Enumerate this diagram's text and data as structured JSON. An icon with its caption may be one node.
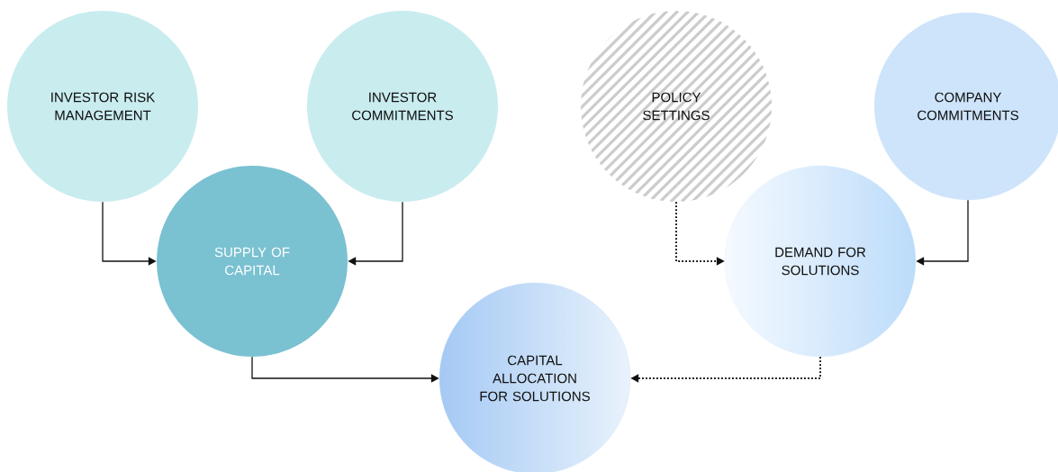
{
  "diagram": {
    "nodes": [
      {
        "text": [
          "INVESTOR RISK MANAGEMENT"
        ]
      },
      {
        "text": [
          "INVESTOR COMMITMENTS"
        ]
      },
      {
        "text": [
          "SUPPLY OF CAPITAL"
        ]
      },
      {
        "text": [
          "CAPITAL ALLOCATION FOR SOLUTIONS"
        ]
      },
      {
        "text": [
          "POLICY SETTINGS"
        ]
      },
      {
        "text": [
          "COMPANY COMMITMENTS"
        ]
      },
      {
        "text": [
          "DEMAND FOR SOLUTIONS"
        ]
      }
    ],
    "edges": [
      {
        "from": 0,
        "to": 2,
        "arrow": "to"
      },
      {
        "from": 1,
        "to": 2,
        "arrow": "to"
      },
      {
        "from": 2,
        "to": 3,
        "arrow": "to"
      },
      {
        "from": 4,
        "to": 6,
        "arrow": "to",
        "style": "dashed"
      },
      {
        "from": 5,
        "to": 6,
        "arrow": "to"
      },
      {
        "from": 6,
        "to": 3,
        "arrow": "to",
        "style": "dashed"
      }
    ]
  }
}
